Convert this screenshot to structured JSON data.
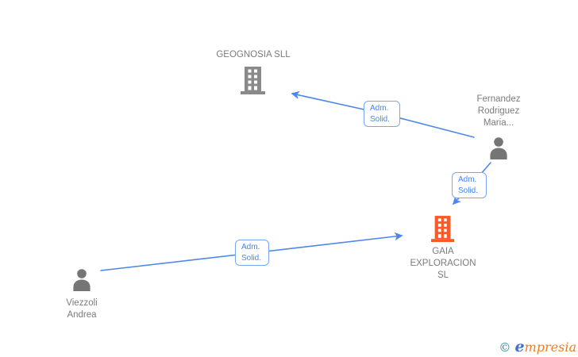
{
  "nodes": {
    "geognosia": {
      "label": "GEOGNOSIA SLL",
      "type": "company"
    },
    "fernandez": {
      "label": "Fernandez Rodriguez Maria...",
      "type": "person"
    },
    "gaia": {
      "label": "GAIA EXPLORACION SL",
      "type": "company"
    },
    "viezzoli": {
      "label": "Viezzoli Andrea",
      "type": "person"
    }
  },
  "edges": {
    "fernandez_to_geognosia": {
      "label": "Adm. Solid."
    },
    "fernandez_to_gaia": {
      "label": "Adm. Solid."
    },
    "viezzoli_to_gaia": {
      "label": "Adm. Solid."
    }
  },
  "colors": {
    "company_default": "#8a8a8a",
    "company_highlight": "#fb5a28",
    "person": "#757575",
    "edge_blue": "#4d87e8",
    "label_gray": "#7b7b7b"
  },
  "watermark": {
    "copyright": "©",
    "brand_first": "e",
    "brand_rest": "mpresia"
  }
}
